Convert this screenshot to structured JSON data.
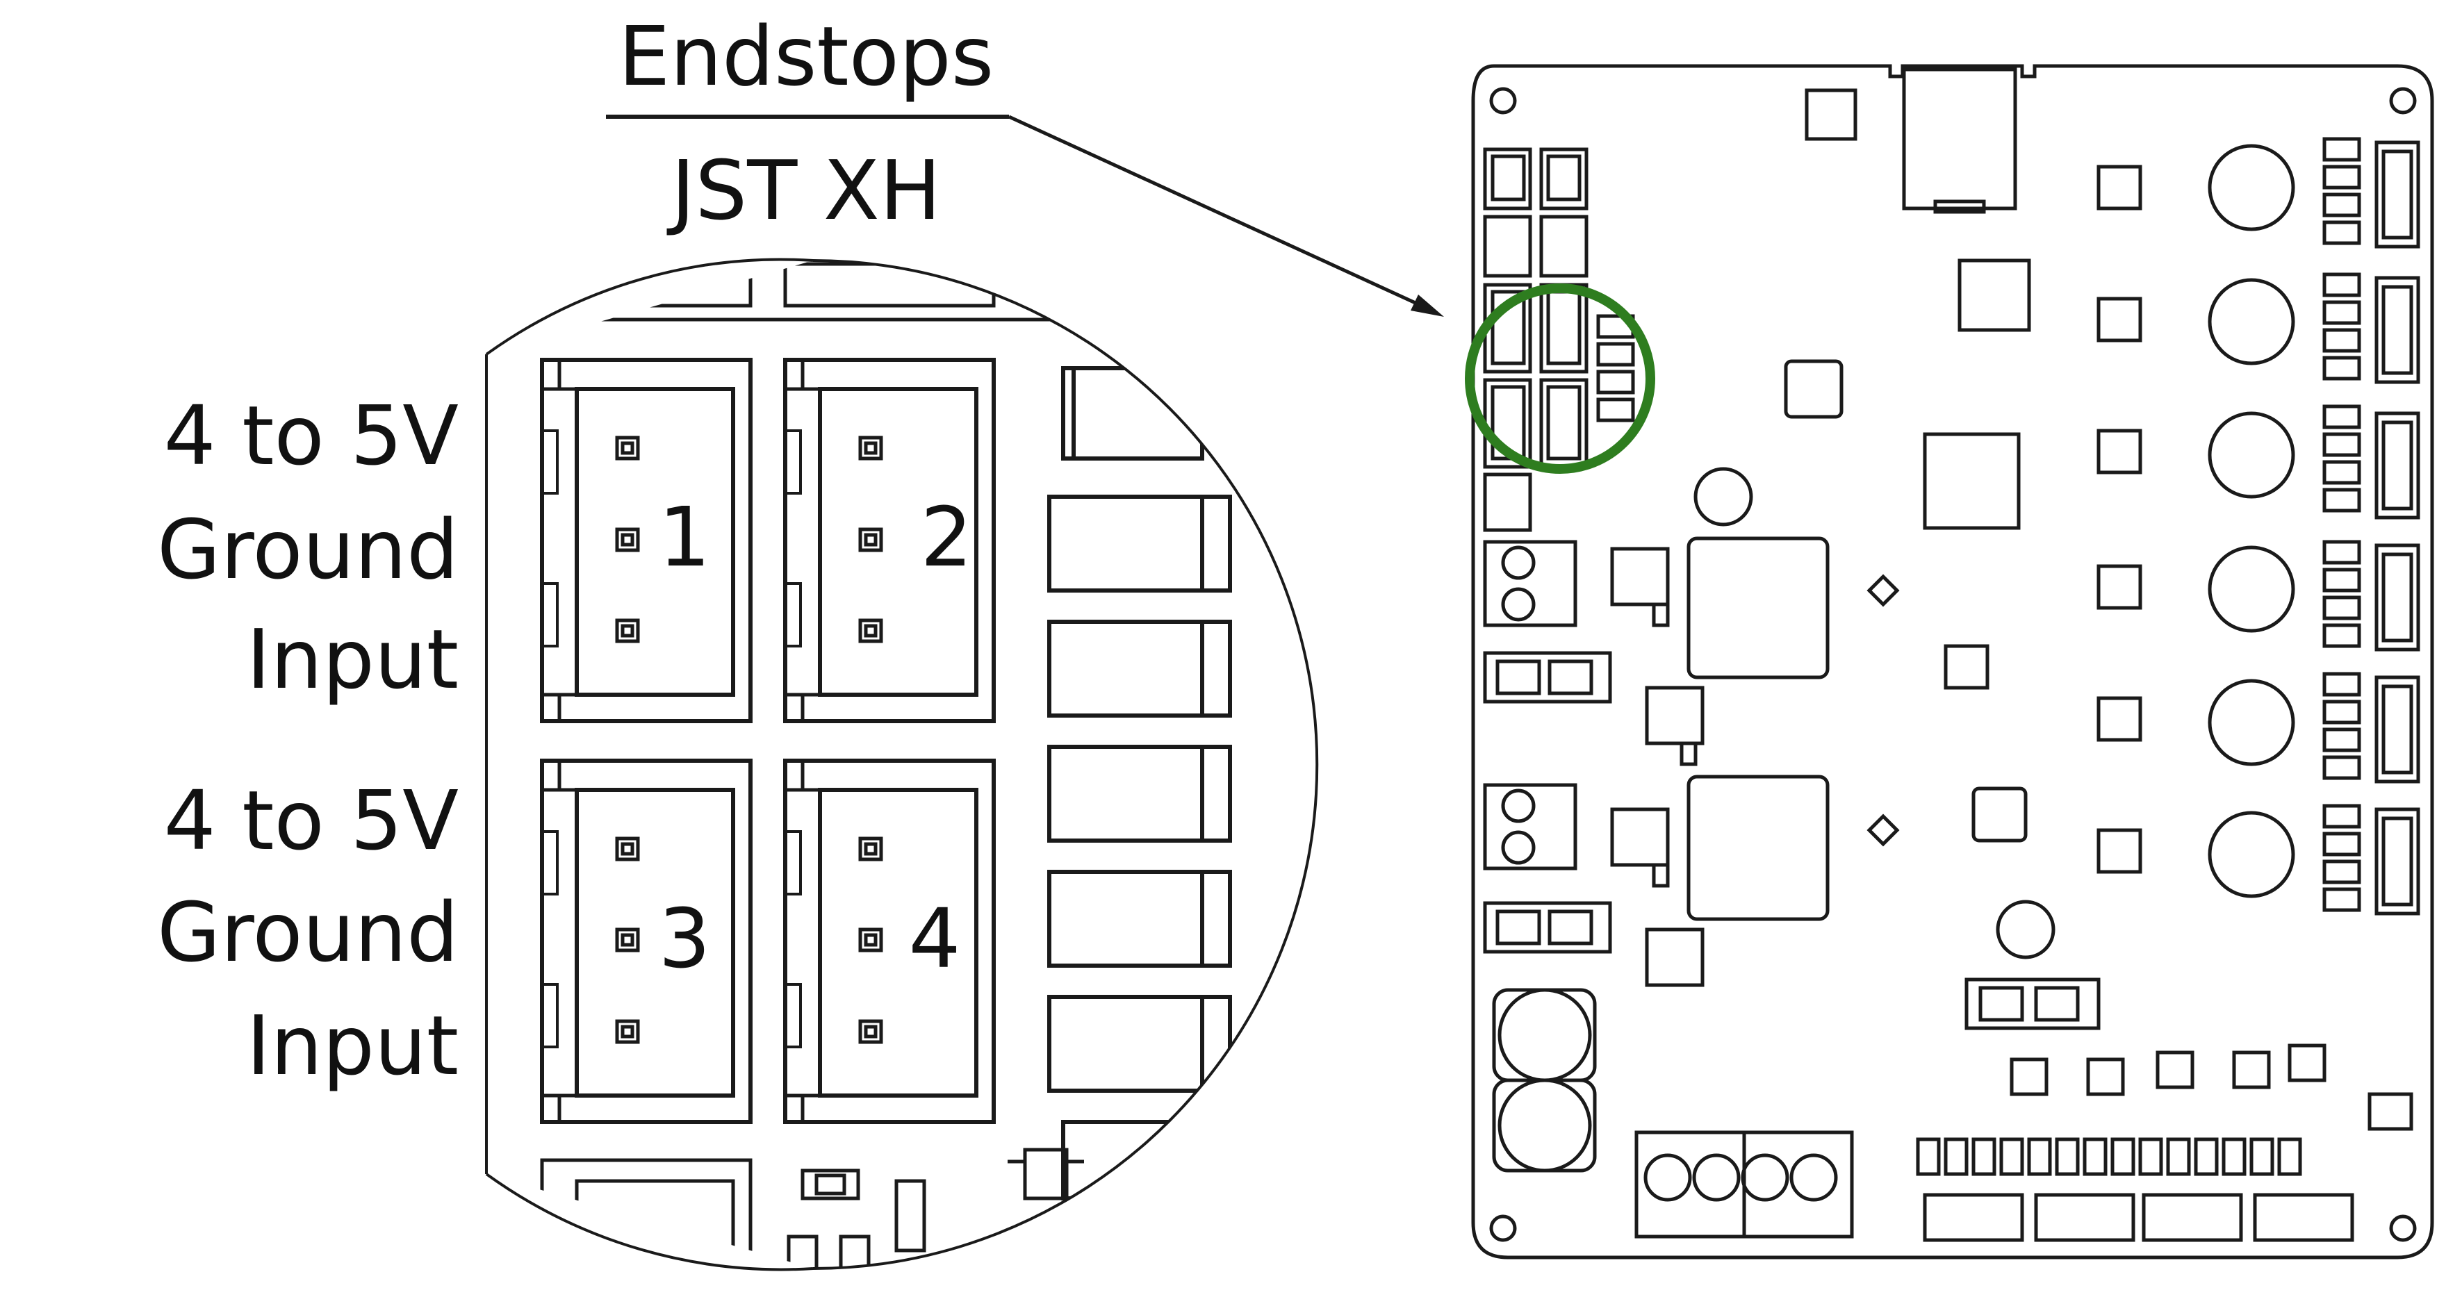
{
  "header": {
    "title": "Endstops",
    "subtitle": "JST XH"
  },
  "pin_labels": {
    "top": {
      "pin1": "4 to 5V",
      "pin2": "Ground",
      "pin3": "Input"
    },
    "bottom": {
      "pin1": "4 to 5V",
      "pin2": "Ground",
      "pin3": "Input"
    }
  },
  "connectors": [
    {
      "number": "1"
    },
    {
      "number": "2"
    },
    {
      "number": "3"
    },
    {
      "number": "4"
    }
  ],
  "colors": {
    "highlight": "#2e7d1f",
    "line": "#1a1a1a"
  },
  "icons": [
    "pointer-arrow-icon",
    "magnifier-circle"
  ]
}
